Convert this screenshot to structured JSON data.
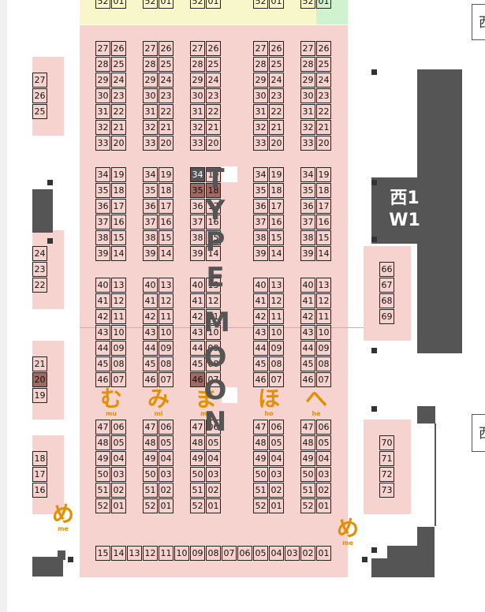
{
  "colors": {
    "zone": "#f6d3cf",
    "top_strip": "#faf6cc",
    "top_green": "#cff3cf",
    "accent": "#e28f00",
    "dark": "#555555",
    "highlight": "#a06a62"
  },
  "top_strip": {
    "cells": [
      "52",
      "01",
      "52",
      "01",
      "52",
      "01",
      "52",
      "01",
      "52",
      "01"
    ]
  },
  "columns": [
    {
      "id": "mu",
      "label": "む",
      "romaji": "mu"
    },
    {
      "id": "mi",
      "label": "み",
      "romaji": "mi"
    },
    {
      "id": "ma",
      "label": "ま",
      "romaji": "ma"
    },
    {
      "id": "ho",
      "label": "ほ",
      "romaji": "ho"
    },
    {
      "id": "he",
      "label": "へ",
      "romaji": "he"
    }
  ],
  "blocks": [
    {
      "left": [
        "27",
        "28",
        "29",
        "30",
        "31",
        "32",
        "33"
      ],
      "right": [
        "26",
        "25",
        "24",
        "23",
        "22",
        "21",
        "20"
      ]
    },
    {
      "left": [
        "34",
        "35",
        "36",
        "37",
        "38",
        "39"
      ],
      "right": [
        "19",
        "18",
        "17",
        "16",
        "15",
        "14"
      ]
    },
    {
      "left": [
        "40",
        "41",
        "42",
        "43",
        "44",
        "45",
        "46"
      ],
      "right": [
        "13",
        "12",
        "11",
        "10",
        "09",
        "08",
        "07"
      ]
    },
    {
      "left": [
        "47",
        "48",
        "49",
        "50",
        "51",
        "52"
      ],
      "right": [
        "06",
        "05",
        "04",
        "03",
        "02",
        "01"
      ]
    }
  ],
  "bottom_row": [
    "15",
    "14",
    "13",
    "12",
    "11",
    "10",
    "09",
    "08",
    "07",
    "06",
    "05",
    "04",
    "03",
    "02",
    "01"
  ],
  "left_wall": {
    "group1": [
      "27",
      "26",
      "25"
    ],
    "group2": [
      "24",
      "23",
      "22"
    ],
    "group3": [
      "21",
      "20",
      "19"
    ],
    "group4": [
      "18",
      "17",
      "16"
    ]
  },
  "right_wall": {
    "group1": [
      "66",
      "67",
      "68",
      "69"
    ],
    "group2": [
      "70",
      "71",
      "72",
      "73"
    ]
  },
  "me_label": {
    "label": "め",
    "romaji": "me"
  },
  "hall": {
    "line1": "西1",
    "line2": "W1"
  },
  "typemoon": [
    "T",
    "Y",
    "P",
    "E",
    "M",
    "O",
    "O",
    "N"
  ],
  "edge_labels": [
    "西",
    "西"
  ]
}
